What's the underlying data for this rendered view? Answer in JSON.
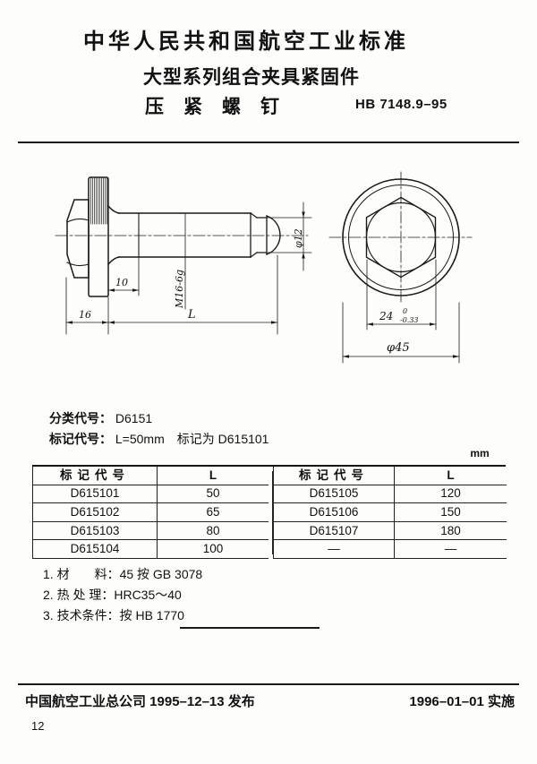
{
  "header": {
    "standard_org_title": "中华人民共和国航空工业标准",
    "title": "大型系列组合夹具紧固件",
    "subtitle": "压紧螺钉",
    "standard_no": "HB 7148.9–95"
  },
  "drawing": {
    "side_view": {
      "dim_head_width": "16",
      "dim_unthreaded_len": "10",
      "dim_total_len": "L",
      "dim_thread": "M16-6g",
      "dim_tip_dia": "φ12"
    },
    "front_view": {
      "dim_across_flats": "24",
      "tol_upper": "0",
      "tol_lower": "-0.33",
      "dim_flange_dia": "φ45"
    }
  },
  "spec": {
    "class_label": "分类代号：",
    "class_value": "D6151",
    "mark_label": "标记代号：",
    "mark_value": "L=50mm　标记为 D615101"
  },
  "table": {
    "unit": "mm",
    "left": {
      "headers": [
        "标记代号",
        "L"
      ],
      "rows": [
        [
          "D615101",
          "50"
        ],
        [
          "D615102",
          "65"
        ],
        [
          "D615103",
          "80"
        ],
        [
          "D615104",
          "100"
        ]
      ]
    },
    "right": {
      "headers": [
        "标记代号",
        "L"
      ],
      "rows": [
        [
          "D615105",
          "120"
        ],
        [
          "D615106",
          "150"
        ],
        [
          "D615107",
          "180"
        ],
        [
          "—",
          "—"
        ]
      ]
    }
  },
  "notes": [
    "1. 材　　料：45 按 GB 3078",
    "2. 热 处 理：HRC35～40",
    "3. 技术条件：按 HB 1770"
  ],
  "footer": {
    "publisher": "中国航空工业总公司 1995–12–13 发布",
    "implementation": "1996–01–01 实施",
    "page_number": "12"
  }
}
